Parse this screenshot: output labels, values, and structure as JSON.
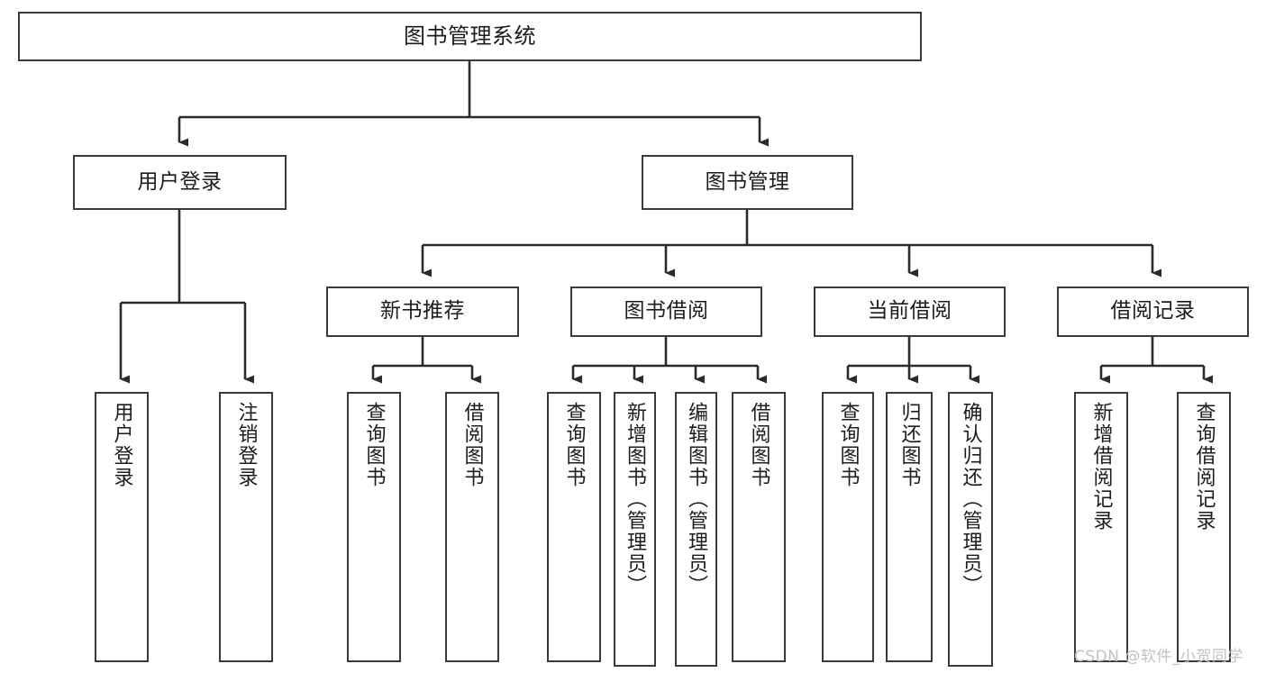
{
  "diagram": {
    "type": "tree-structure-chart",
    "title": "图书管理系统",
    "colors": {
      "box_border": "#3a3a3a",
      "box_fill": "#ffffff",
      "edge": "#2b2b2b",
      "text": "#1c1c1c",
      "watermark": "#c2c2c2",
      "background": "#ffffff"
    },
    "root": {
      "label": "图书管理系统"
    },
    "level2": [
      {
        "id": "user-login",
        "label": "用户登录"
      },
      {
        "id": "book-manage",
        "label": "图书管理"
      }
    ],
    "level3": [
      {
        "id": "new-book-recommend",
        "label": "新书推荐"
      },
      {
        "id": "book-borrow",
        "label": "图书借阅"
      },
      {
        "id": "current-borrow",
        "label": "当前借阅"
      },
      {
        "id": "borrow-record",
        "label": "借阅记录"
      }
    ],
    "leaves": {
      "user_login": [
        {
          "id": "leaf-user-login",
          "label": "用户登录"
        },
        {
          "id": "leaf-logout",
          "label": "注销登录"
        }
      ],
      "new_book_recommend": [
        {
          "id": "leaf-query-book-1",
          "label": "查询图书"
        },
        {
          "id": "leaf-borrow-book-1",
          "label": "借阅图书"
        }
      ],
      "book_borrow": [
        {
          "id": "leaf-query-book-2",
          "label": "查询图书"
        },
        {
          "id": "leaf-add-book",
          "label": "新增图书（管理员）"
        },
        {
          "id": "leaf-edit-book",
          "label": "编辑图书（管理员）"
        },
        {
          "id": "leaf-borrow-book-2",
          "label": "借阅图书"
        }
      ],
      "current_borrow": [
        {
          "id": "leaf-query-book-3",
          "label": "查询图书"
        },
        {
          "id": "leaf-return-book",
          "label": "归还图书"
        },
        {
          "id": "leaf-confirm-return",
          "label": "确认归还（管理员）"
        }
      ],
      "borrow_record": [
        {
          "id": "leaf-add-record",
          "label": "新增借阅记录"
        },
        {
          "id": "leaf-query-record",
          "label": "查询借阅记录"
        }
      ]
    },
    "watermark": "CSDN @软件_小贺同学"
  }
}
